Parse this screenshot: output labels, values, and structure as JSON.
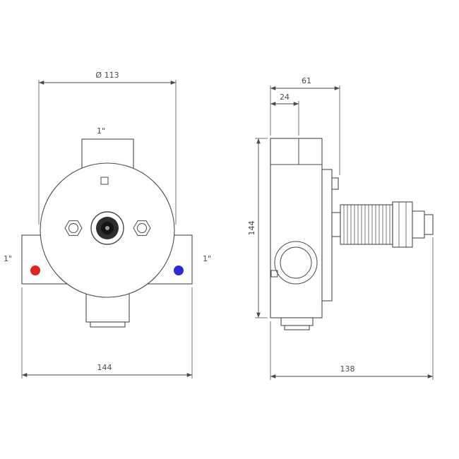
{
  "colors": {
    "line": "#4a4a4a",
    "hot_indicator": "#e02420",
    "cold_indicator": "#2a2ad2"
  },
  "front_view": {
    "diameter_label": "Ø 113",
    "top_port_label": "1\"",
    "left_port_label": "1\"",
    "right_port_label": "1\"",
    "width_label": "144"
  },
  "side_view": {
    "depth_label": "61",
    "port_depth_label": "24",
    "height_label": "144",
    "overall_depth_label": "138"
  }
}
